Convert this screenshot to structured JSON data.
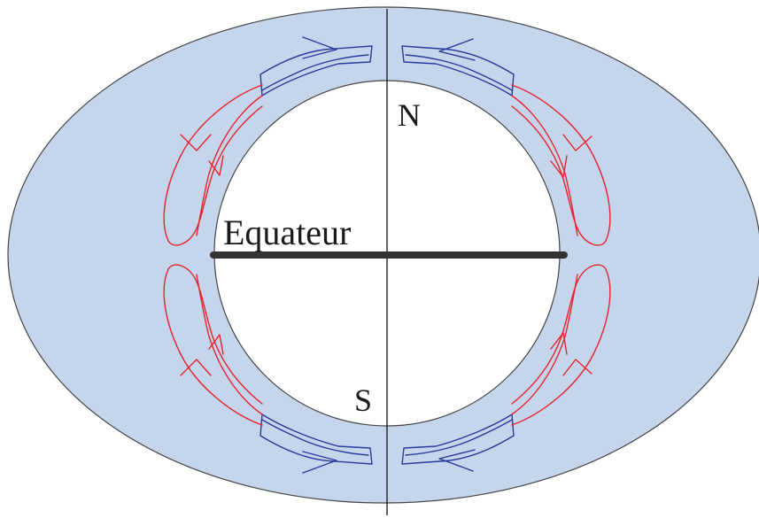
{
  "labels": {
    "north": "N",
    "south": "S",
    "equator": "Equateur"
  },
  "colors": {
    "outer_fill": "#c5d6ec",
    "outline": "#444444",
    "axis": "#111111",
    "equator_bar": "#333333",
    "flow_warm": "#e8232e",
    "flow_cold": "#2b3a9a"
  }
}
